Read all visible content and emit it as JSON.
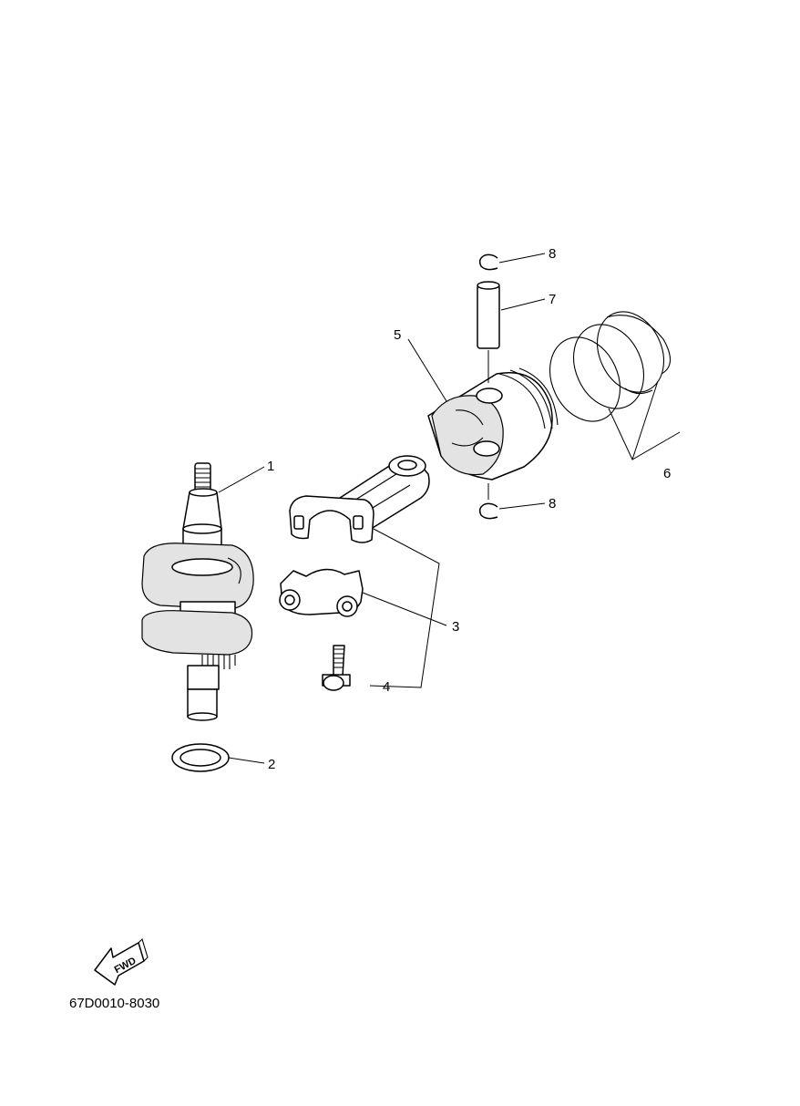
{
  "callouts": [
    "1",
    "2",
    "3",
    "4",
    "5",
    "6",
    "7",
    "8",
    "8"
  ],
  "fwd_label": "FWD",
  "drawing_code": "67D0010-8030"
}
